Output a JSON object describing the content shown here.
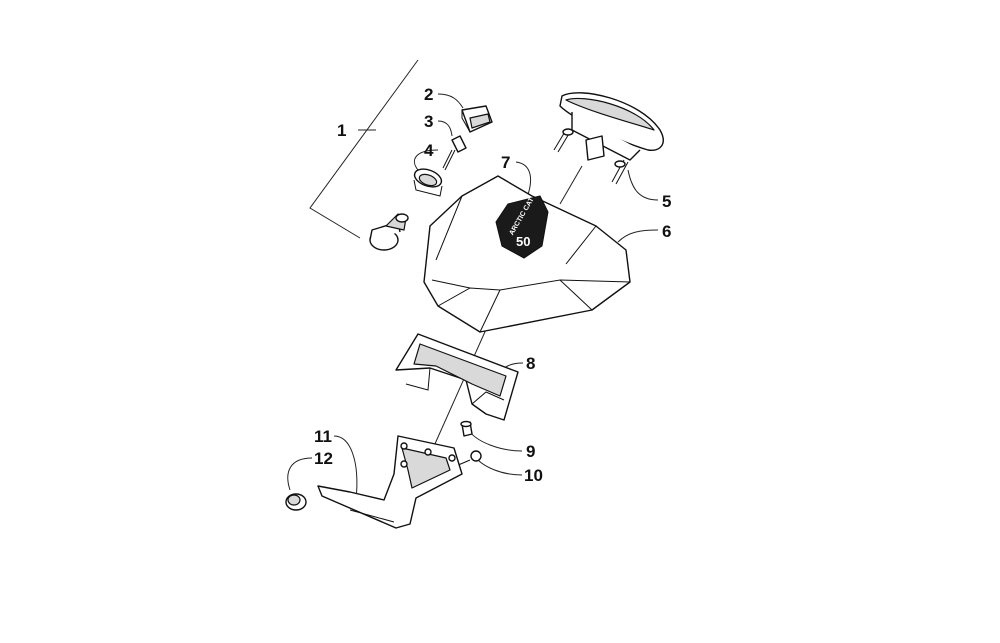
{
  "callouts": [
    {
      "id": "1",
      "label": "1"
    },
    {
      "id": "2",
      "label": "2"
    },
    {
      "id": "3",
      "label": "3"
    },
    {
      "id": "4",
      "label": "4"
    },
    {
      "id": "5",
      "label": "5"
    },
    {
      "id": "6",
      "label": "6"
    },
    {
      "id": "7",
      "label": "7"
    },
    {
      "id": "8",
      "label": "8"
    },
    {
      "id": "9",
      "label": "9"
    },
    {
      "id": "10",
      "label": "10"
    },
    {
      "id": "11",
      "label": "11"
    },
    {
      "id": "12",
      "label": "12"
    }
  ],
  "logo": {
    "brand": "ARCTIC CAT",
    "number": "50"
  }
}
